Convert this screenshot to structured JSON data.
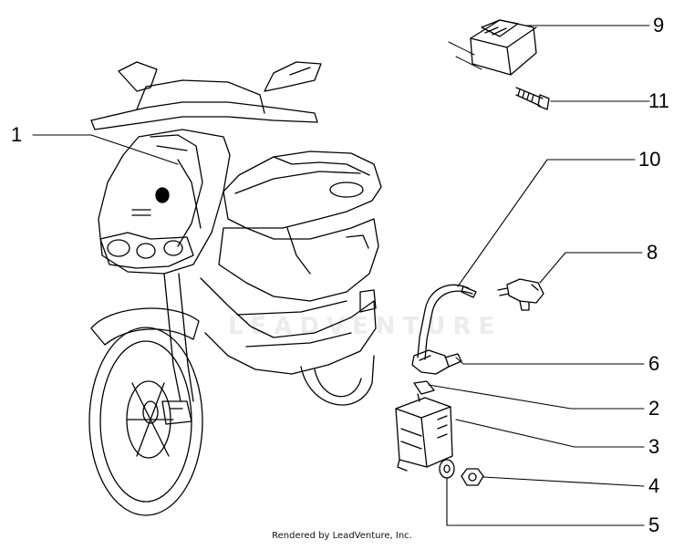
{
  "callouts": [
    "1",
    "9",
    "11",
    "10",
    "8",
    "6",
    "2",
    "3",
    "4",
    "5"
  ],
  "footer": {
    "credit": "Rendered by LeadVenture, Inc."
  },
  "watermark": "LEADVENTURE",
  "colors": {
    "line": "#000000",
    "background": "#ffffff"
  }
}
